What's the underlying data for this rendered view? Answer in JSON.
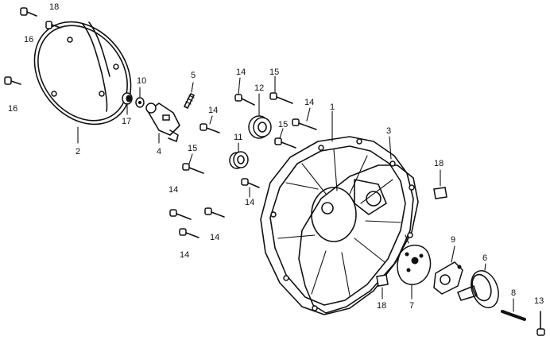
{
  "callouts": [
    "1",
    "2",
    "3",
    "4",
    "5",
    "6",
    "7",
    "8",
    "9",
    "10",
    "11",
    "12",
    "13",
    "14",
    "15",
    "16",
    "17",
    "18"
  ],
  "labels": {
    "l18a": "18",
    "l16a": "16",
    "l16b": "16",
    "l2": "2",
    "l17": "17",
    "l10": "10",
    "l4": "4",
    "l5": "5",
    "l14a": "14",
    "l15a": "15",
    "l14b": "14",
    "l14c": "14",
    "l14d": "14",
    "l12": "12",
    "l15b": "15",
    "l14e": "14",
    "l14f": "14",
    "l11": "11",
    "l15c": "15",
    "l1": "1",
    "l3": "3",
    "l18b": "18",
    "l9": "9",
    "l6": "6",
    "l7": "7",
    "l18c": "18",
    "l8": "8",
    "l13": "13"
  },
  "colors": {
    "ink": "#111111",
    "paper": "#ffffff"
  }
}
